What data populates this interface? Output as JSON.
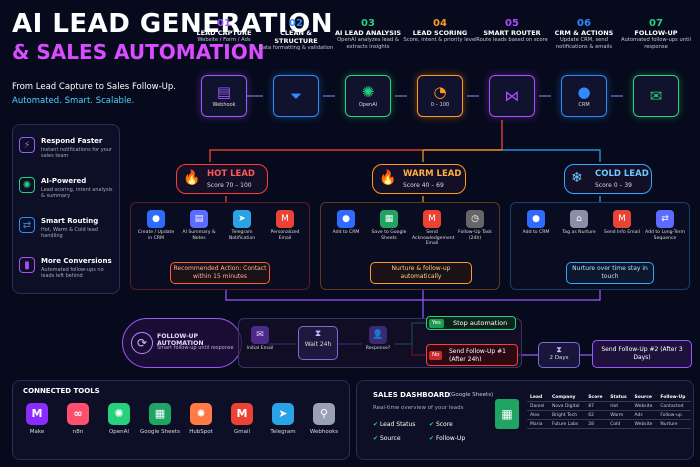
{
  "title": {
    "line1": "AI LEAD GENERATION",
    "line2": "& SALES AUTOMATION"
  },
  "tagline": {
    "line1": "From Lead Capture to Sales Follow-Up.",
    "line2": "Automated. Smart. Scalable."
  },
  "steps": [
    {
      "num": "01",
      "title": "LEAD CAPTURE",
      "sub": "Website / Form / Ads",
      "label": "Webhook",
      "color": "#9b59ff",
      "icon": "webhook-icon"
    },
    {
      "num": "02",
      "title": "CLEAN & STRUCTURE",
      "sub": "Data formatting & validation",
      "label": "",
      "color": "#2f8bff",
      "icon": "funnel-icon"
    },
    {
      "num": "03",
      "title": "AI LEAD ANALYSIS",
      "sub": "OpenAI analyzes lead & extracts insights",
      "label": "OpenAI",
      "color": "#26d07c",
      "icon": "openai-icon"
    },
    {
      "num": "04",
      "title": "LEAD SCORING",
      "sub": "Score, intent & priority level",
      "label": "0 – 100",
      "color": "#ff9a1f",
      "icon": "gauge-icon"
    },
    {
      "num": "05",
      "title": "SMART ROUTER",
      "sub": "Route leads based on score",
      "label": "",
      "color": "#b04cff",
      "icon": "router-icon"
    },
    {
      "num": "06",
      "title": "CRM & ACTIONS",
      "sub": "Update CRM, send notifications & emails",
      "label": "CRM",
      "color": "#2f8bff",
      "icon": "crm-icon"
    },
    {
      "num": "07",
      "title": "FOLLOW-UP",
      "sub": "Automated follow-ups until response",
      "label": "",
      "color": "#26d07c",
      "icon": "mail-icon"
    }
  ],
  "benefits": [
    {
      "title": "Respond Faster",
      "sub": "Instant notifications for your sales team",
      "color": "#9b59ff",
      "icon": "bolt-icon"
    },
    {
      "title": "AI-Powered",
      "sub": "Lead scoring, intent analysis & summary",
      "color": "#26d07c",
      "icon": "ai-icon"
    },
    {
      "title": "Smart Routing",
      "sub": "Hot, Warm & Cold lead handling",
      "color": "#2f8bff",
      "icon": "routing-icon"
    },
    {
      "title": "More Conversions",
      "sub": "Automated follow-ups no leads left behind",
      "color": "#b04cff",
      "icon": "chart-icon"
    }
  ],
  "hot": {
    "title": "HOT LEAD",
    "score": "Score 70 – 100",
    "color": "#ff3b3b",
    "actions": [
      "Create / Update in CRM",
      "AI Summary & Notes",
      "Telegram Notification",
      "Personalized Email"
    ],
    "note": "Recommended Action: Contact within 15 minutes"
  },
  "warm": {
    "title": "WARM LEAD",
    "score": "Score 40 – 69",
    "color": "#ff9a1f",
    "actions": [
      "Add to CRM",
      "Save to Google Sheets",
      "Send Acknowledgement Email",
      "Follow-Up Task (24h)"
    ],
    "note": "Nurture & follow-up automatically"
  },
  "cold": {
    "title": "COLD LEAD",
    "score": "Score 0 – 39",
    "color": "#2fa8ff",
    "actions": [
      "Add to CRM",
      "Tag as Nurture",
      "Send Info Email",
      "Add to Long-Term Sequence"
    ],
    "note": "Nurture over time stay in touch"
  },
  "followup": {
    "title": "FOLLOW-UP AUTOMATION",
    "sub": "Smart follow-up until response",
    "initial": "Initial Email",
    "wait": "Wait 24h",
    "response": "Response?",
    "yes": "Yes",
    "stop": "Stop automation",
    "no": "No",
    "send1": "Send Follow-Up #1 (After 24h)",
    "days": "2 Days",
    "send2": "Send Follow-Up #2 (After 3 Days)"
  },
  "tools": {
    "title": "CONNECTED TOOLS",
    "items": [
      {
        "name": "Make",
        "color": "#8b2cff",
        "icon": "make-icon",
        "glyph": "M"
      },
      {
        "name": "n8n",
        "color": "#ff4f6d",
        "icon": "n8n-icon",
        "glyph": "∞"
      },
      {
        "name": "OpenAI",
        "color": "#26d07c",
        "icon": "openai-icon",
        "glyph": "✺"
      },
      {
        "name": "Google Sheets",
        "color": "#1fa463",
        "icon": "sheets-icon",
        "glyph": "▦"
      },
      {
        "name": "HubSpot",
        "color": "#ff7a45",
        "icon": "hubspot-icon",
        "glyph": "✸"
      },
      {
        "name": "Gmail",
        "color": "#ea4335",
        "icon": "gmail-icon",
        "glyph": "M"
      },
      {
        "name": "Telegram",
        "color": "#2aa3e6",
        "icon": "telegram-icon",
        "glyph": "➤"
      },
      {
        "name": "Webhooks",
        "color": "#9aa0b5",
        "icon": "webhooks-icon",
        "glyph": "⚲"
      }
    ]
  },
  "dashboard": {
    "title": "SALES DASHBOARD",
    "title_suffix": "(Google Sheets)",
    "sub": "Real-time overview of your leads",
    "checks": [
      "Lead Status",
      "Score",
      "Source",
      "Follow-Up"
    ],
    "columns": [
      "Lead",
      "Company",
      "Score",
      "Status",
      "Source",
      "Follow-Up"
    ],
    "rows": [
      [
        "Daniel",
        "Nova Digital",
        "87",
        "Hot",
        "Website",
        "Contacted"
      ],
      [
        "Alex",
        "Bright Tech",
        "62",
        "Warm",
        "Ads",
        "Follow-up"
      ],
      [
        "Maria",
        "Future Labs",
        "28",
        "Cold",
        "Website",
        "Nurture"
      ]
    ]
  }
}
